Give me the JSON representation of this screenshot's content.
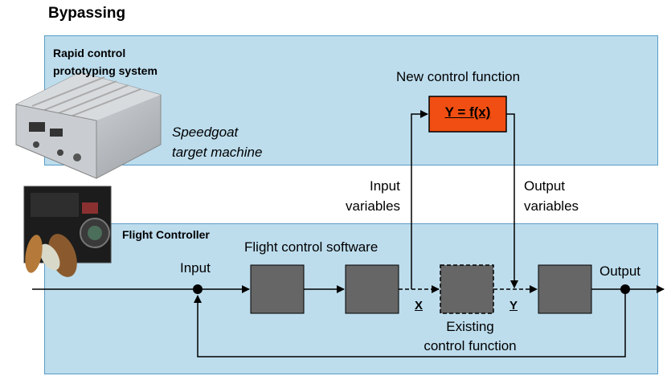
{
  "title": "Bypassing",
  "rcp": {
    "label_line1": "Rapid control",
    "label_line2": "prototyping system",
    "speedgoat_line1": "Speedgoat",
    "speedgoat_line2": "target machine",
    "new_function_label": "New control function",
    "function_box_text": "Y = f(x)"
  },
  "flight_controller": {
    "label": "Flight Controller",
    "software_label": "Flight control software",
    "input_label": "Input",
    "output_label": "Output",
    "input_vars_line1": "Input",
    "input_vars_line2": "variables",
    "output_vars_line1": "Output",
    "output_vars_line2": "variables",
    "x_label": "X",
    "y_label": "Y",
    "existing_line1": "Existing",
    "existing_line2": "control function"
  },
  "colors": {
    "panel_fill": "#bddded",
    "panel_border": "#5a9cc6",
    "block_fill": "#666666",
    "function_fill": "#f04e12"
  }
}
